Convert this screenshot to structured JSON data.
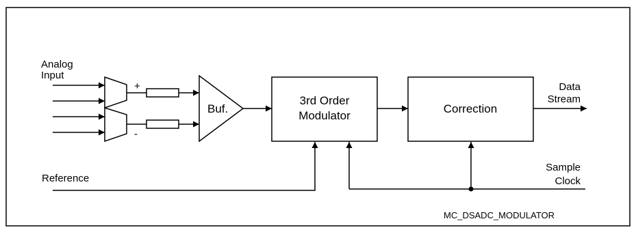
{
  "labels": {
    "analog_input_1": "Analog",
    "analog_input_2": "Input",
    "plus_sign": "+",
    "minus_sign": "-",
    "buffer": "Buf.",
    "modulator_1": "3rd Order",
    "modulator_2": "Modulator",
    "correction": "Correction",
    "data_stream_1": "Data",
    "data_stream_2": "Stream",
    "reference": "Reference",
    "sample_clock_1": "Sample",
    "sample_clock_2": "Clock",
    "caption": "MC_DSADC_MODULATOR"
  }
}
